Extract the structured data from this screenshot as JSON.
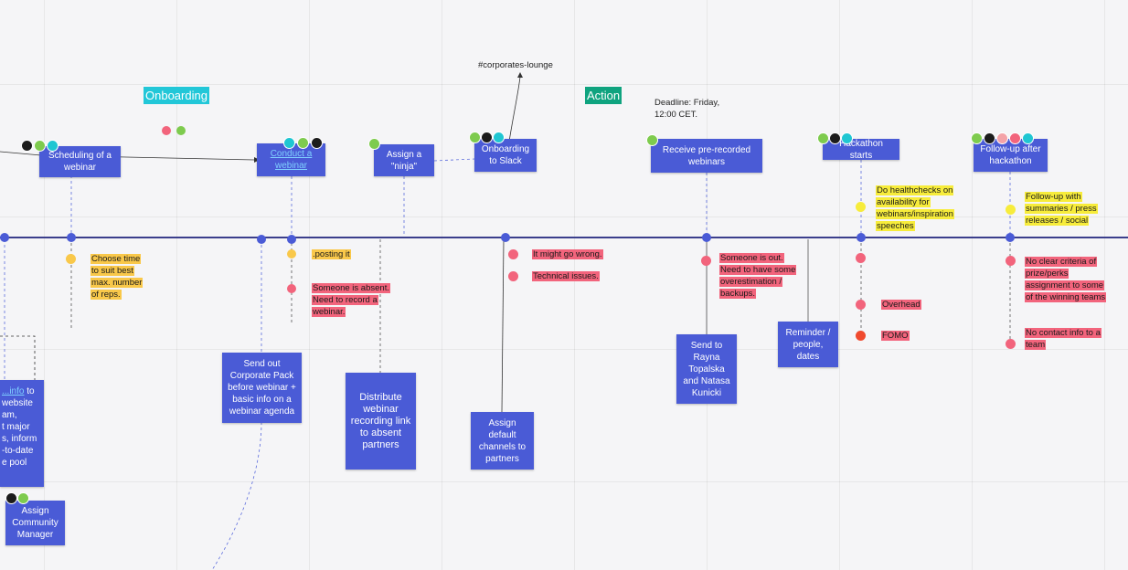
{
  "labels": {
    "onboarding": "Onboarding",
    "action": "Action"
  },
  "annotations": {
    "channel": "#corporates-lounge",
    "deadline": "Deadline: Friday, 12:00 CET."
  },
  "cards": {
    "scheduling": "Scheduling of a webinar",
    "conduct_webinar": "Conduct a webinar",
    "assign_ninja": "Assign a \"ninja\"",
    "onboarding_slack": "Onboarding to Slack",
    "receive_webinars": "Receive pre-recorded webinars",
    "hackathon_starts": "Hackathon starts",
    "follow_up": "Follow-up after hackathon",
    "send_corporate_pack": "Send out Corporate Pack before webinar + basic info on a webinar agenda",
    "distribute_link": "Distribute webinar recording link to absent partners",
    "assign_channels": "Assign default channels to partners",
    "send_to_rayna": "Send to Rayna Topalska and Natasa Kunicki",
    "reminder": "Reminder / people, dates",
    "website_link": "...info",
    "website_rest": " to\nwebsite\nam,\nt major\ns, inform\n-to-date\ne pool",
    "assign_manager": "Assign Community Manager"
  },
  "notes": {
    "choose_time": "Choose time to suit best max. number of reps.",
    "posting": ".posting it",
    "someone_absent": "Someone is absent. Need to record a webinar.",
    "might_go_wrong": "It might go wrong.",
    "technical": "Technical issues.",
    "someone_out": "Someone is out. Need to have some overestimation / backups.",
    "healthchecks": "Do healthchecks on availability for webinars/inspiration speeches",
    "overhead": "Overhead",
    "fomo": "FOMO",
    "followup_summaries": "Follow-up with summaries / press releases / social",
    "no_criteria": "No clear criteria of prize/perks assignment to some of the winning teams",
    "no_contact": "No contact info to a team"
  },
  "colors": {
    "card": "#4a5bd6",
    "timeline": "#3b3f8c",
    "yellow": "#f7ec3b",
    "orange": "#f9c84a",
    "red": "#f2647c",
    "onboarding_label": "#22c7d8",
    "action_label": "#0fa37f",
    "avatar_black": "#1c1c1c",
    "avatar_green": "#7ecb4e",
    "avatar_cyan": "#1fc6d2",
    "avatar_pink": "#f4a3a8"
  }
}
